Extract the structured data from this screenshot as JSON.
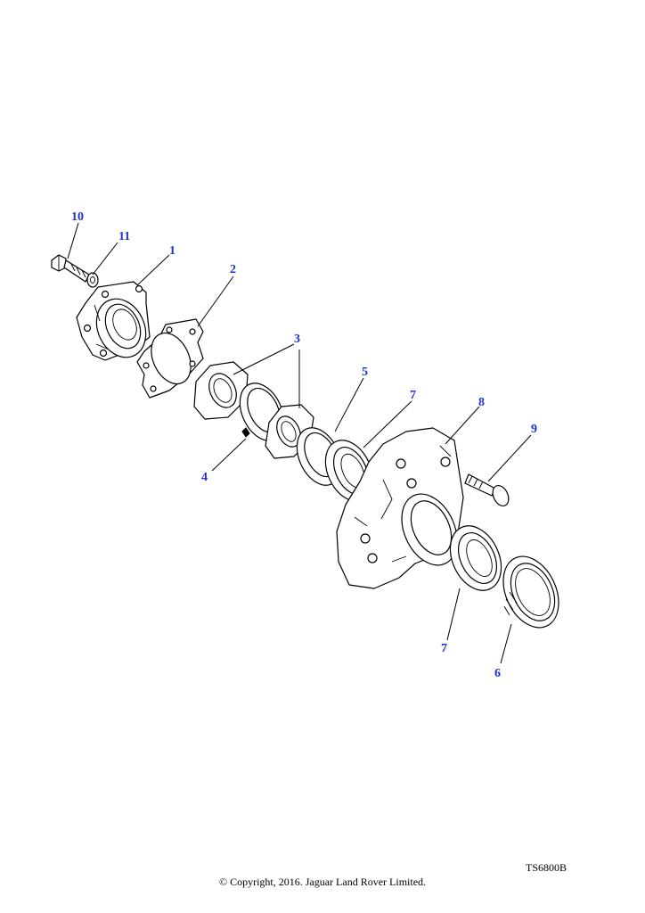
{
  "diagram": {
    "callouts": [
      {
        "id": "10",
        "label": "10"
      },
      {
        "id": "11",
        "label": "11"
      },
      {
        "id": "1",
        "label": "1"
      },
      {
        "id": "2",
        "label": "2"
      },
      {
        "id": "3",
        "label": "3"
      },
      {
        "id": "5",
        "label": "5"
      },
      {
        "id": "7a",
        "label": "7"
      },
      {
        "id": "8",
        "label": "8"
      },
      {
        "id": "9",
        "label": "9"
      },
      {
        "id": "4",
        "label": "4"
      },
      {
        "id": "7b",
        "label": "7"
      },
      {
        "id": "6",
        "label": "6"
      }
    ],
    "figure_code": "TS6800B",
    "copyright": "© Copyright, 2016. Jaguar Land Rover Limited."
  }
}
